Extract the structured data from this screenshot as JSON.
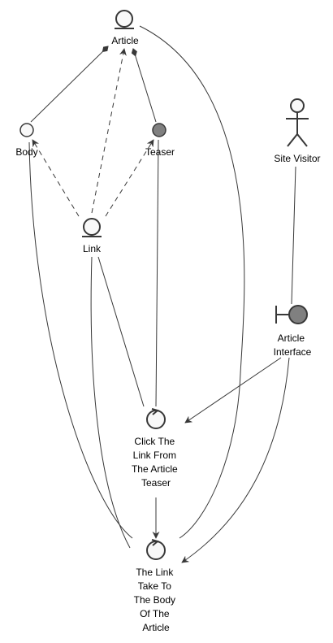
{
  "diagram": {
    "nodes": {
      "article": {
        "label": "Article",
        "kind": "entity"
      },
      "body": {
        "label": "Body",
        "kind": "object"
      },
      "teaser": {
        "label": "Teaser",
        "kind": "object-filled"
      },
      "link": {
        "label": "Link",
        "kind": "entity"
      },
      "site_visitor": {
        "label": "Site Visitor",
        "kind": "actor"
      },
      "article_interface": {
        "label_lines": [
          "Article",
          "Interface"
        ],
        "kind": "boundary"
      },
      "click_link": {
        "label_lines": [
          "Click The",
          "Link From",
          "The Article",
          "Teaser"
        ],
        "kind": "control"
      },
      "link_take": {
        "label_lines": [
          "The Link",
          "Take To",
          "The Body",
          "Of The",
          "Article"
        ],
        "kind": "control"
      }
    },
    "colors": {
      "node_fill": "#f8f8f8",
      "node_filled": "#808080",
      "stroke": "#383838",
      "line": "#383838"
    }
  }
}
